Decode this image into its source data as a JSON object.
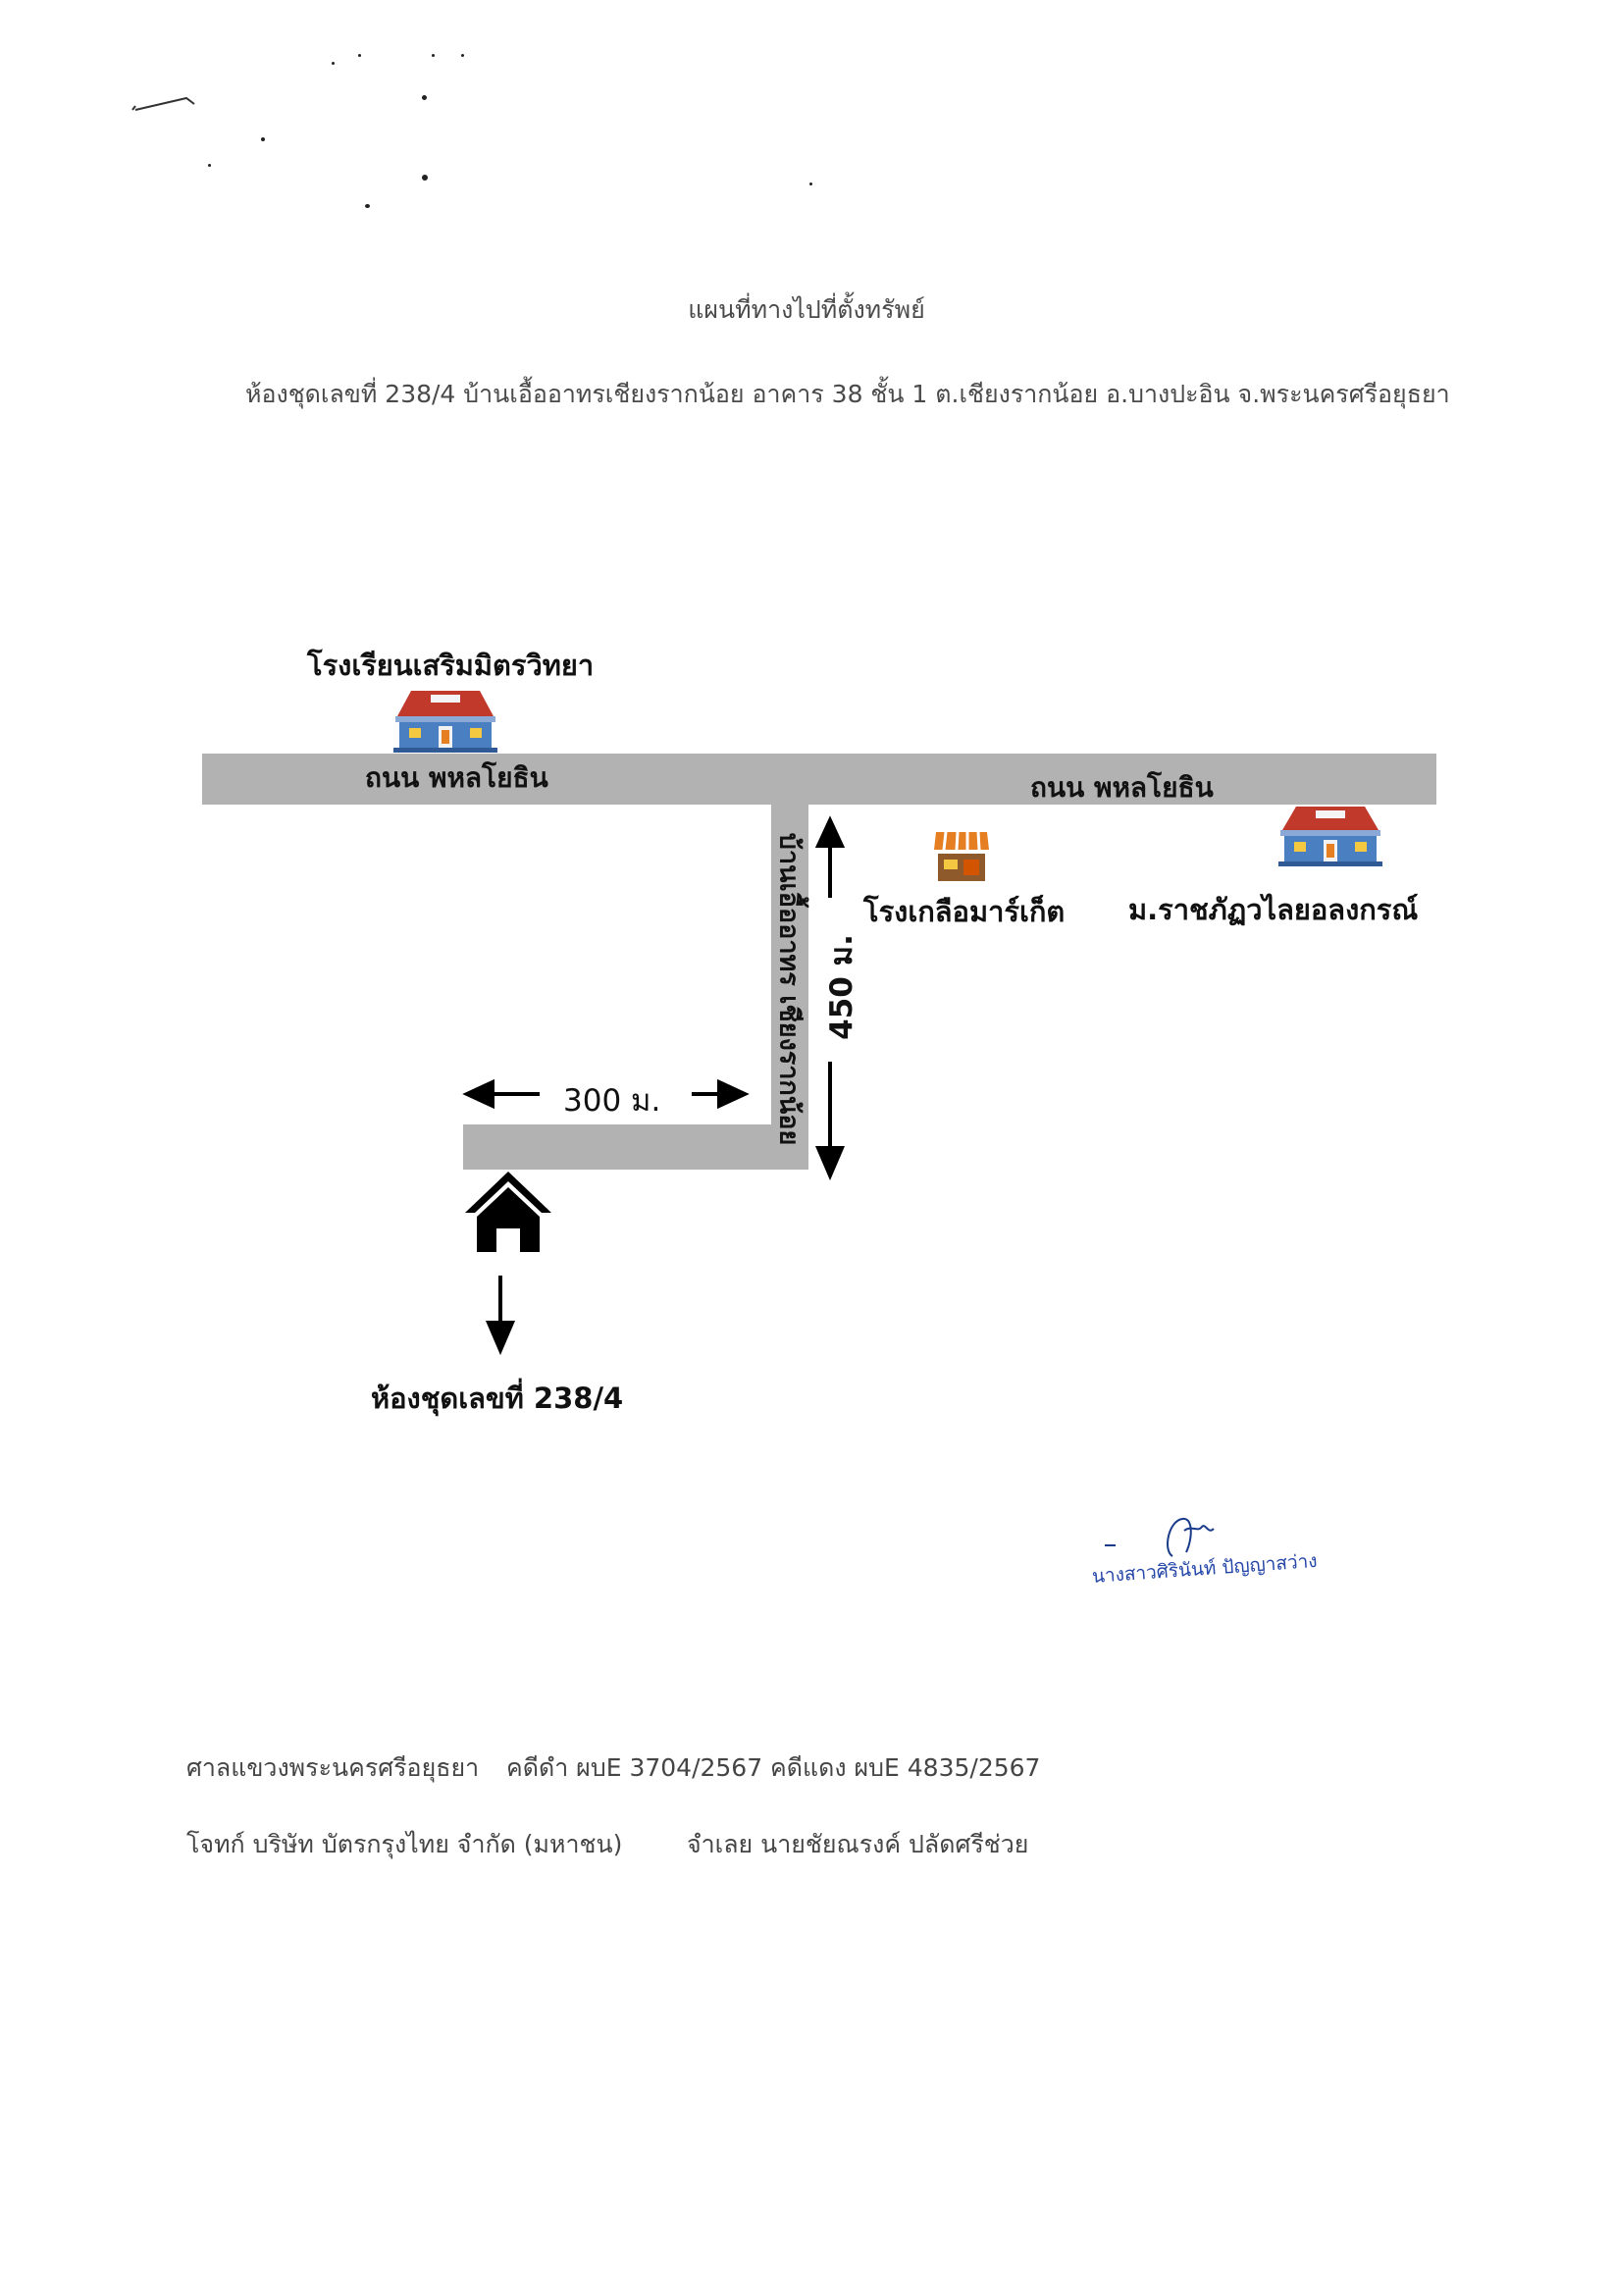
{
  "header": {
    "title": "แผนที่ทางไปที่ตั้งทรัพย์",
    "address": "ห้องชุดเลขที่ 238/4 บ้านเอื้ออาทรเชียงรากน้อย อาคาร 38 ชั้น 1 ต.เชียงรากน้อย อ.บางปะอิน จ.พระนครศรีอยุธยา"
  },
  "map": {
    "landmarks": {
      "school": "โรงเรียนเสริมมิตรวิทยา",
      "market": "โรงเกลือมาร์เก็ต",
      "university": "ม.ราชภัฏวไลยอลงกรณ์",
      "unit": "ห้องชุดเลขที่ 238/4"
    },
    "roads": {
      "main_left": "ถนน พหลโยธิน",
      "main_right": "ถนน พหลโยธิน",
      "soi": "บ้านเอื้ออาทร เชียงรากน้อย"
    },
    "distances": {
      "horizontal": "300 ม.",
      "vertical": "450 ม."
    },
    "colors": {
      "road": "#b2b2b2",
      "roof": "#c0392b",
      "building": "#4a7fc1"
    },
    "icons": [
      "school-icon",
      "market-icon",
      "university-icon",
      "house-icon"
    ]
  },
  "signature": {
    "name": "นางสาวศิรินันท์ ปัญญาสว่าง"
  },
  "footer": {
    "court": "ศาลแขวงพระนครศรีอยุธยา",
    "case_numbers": "คดีดำ ผบE 3704/2567 คดีแดง ผบE 4835/2567",
    "plaintiff": "โจทก์ บริษัท บัตรกรุงไทย จำกัด (มหาชน)",
    "defendant": "จำเลย นายชัยณรงค์ ปลัดศรีช่วย"
  }
}
